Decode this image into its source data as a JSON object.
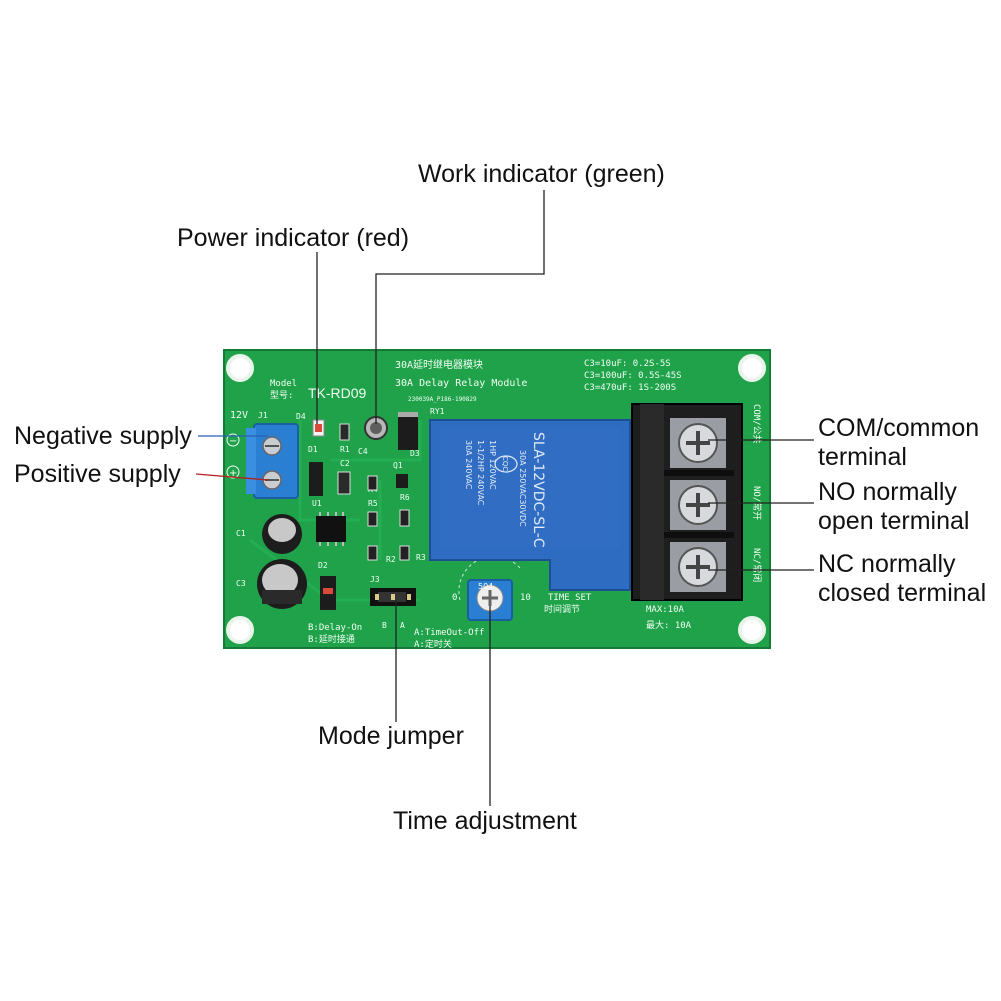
{
  "callouts": {
    "work_indicator": "Work indicator (green)",
    "power_indicator": "Power indicator (red)",
    "negative_supply": "Negative supply",
    "positive_supply": "Positive supply",
    "com_terminal_line1": "COM/common",
    "com_terminal_line2": "terminal",
    "no_terminal_line1": "NO normally",
    "no_terminal_line2": "open terminal",
    "nc_terminal_line1": "NC normally",
    "nc_terminal_line2": "closed terminal",
    "mode_jumper": "Mode jumper",
    "time_adjustment": "Time adjustment"
  },
  "board": {
    "title_cn": "30A延时继电器模块",
    "title_en": "30A Delay Relay Module",
    "model_label_en": "Model",
    "model_label_cn": "型号:",
    "model": "TK-RD09",
    "serial": "230039A_P186-190829",
    "timing_1": "C3=10uF: 0.2S-5S",
    "timing_2": "C3=100uF: 0.5S-45S",
    "timing_3": "C3=470uF: 1S-200S",
    "voltage": "12V",
    "j1": "J1",
    "d4": "D4",
    "d1": "D1",
    "r1": "R1",
    "c4": "C4",
    "d3": "D3",
    "q1": "Q1",
    "c2": "C2",
    "r4": "R4",
    "r5": "R5",
    "r6": "R6",
    "r2": "R2",
    "r3": "R3",
    "u1": "U1",
    "c1": "C1",
    "c3": "C3",
    "d2": "D2",
    "j3": "J3",
    "ry1": "RY1",
    "minus": "−",
    "plus": "+",
    "mode_b_en": "B:Delay-On",
    "mode_b_cn": "B:延时接通",
    "mode_a_en": "A:TimeOut-Off",
    "mode_a_cn": "A:定时关",
    "jumper_b": "B",
    "jumper_a": "A",
    "time_set_en": "TIME SET",
    "time_set_cn": "时间调节",
    "pot_min": "0",
    "pot_max": "10",
    "pot_code": "504",
    "max_en": "MAX:10A",
    "max_cn": "最大: 10A",
    "com_label": "COM/公共",
    "no_label": "NO/常开",
    "nc_label": "NC/常闭"
  },
  "relay": {
    "model": "SLA-12VDC-SL-C",
    "rating_1": "30A 250VAC30VDC",
    "rating_2": "1HP 120VAC",
    "rating_3": "1-1/2HP 240VAC",
    "rating_4": "30A 240VAC",
    "cert": "CQC"
  },
  "colors": {
    "pcb": "#1fa24a",
    "pcb_dark": "#168a3c",
    "relay": "#2d6cc0",
    "terminal_blue": "#2b7fd3",
    "leader_line": "#222222",
    "negative_wire": "#2a5fb0",
    "positive_wire": "#b22222"
  }
}
